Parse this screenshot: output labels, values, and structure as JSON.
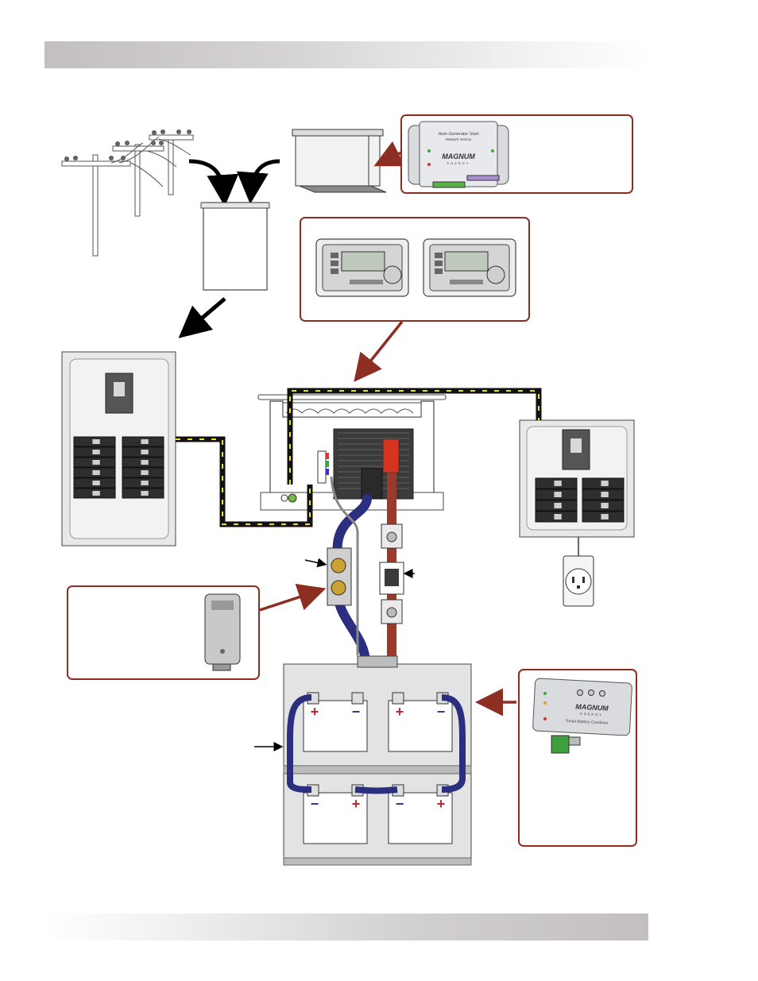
{
  "agsModule": {
    "title": "Auto Generator Start",
    "subtitle": "Network Version",
    "brand": "MAGNUM",
    "brandSub": "ENERGY"
  },
  "sbcModule": {
    "brand": "MAGNUM",
    "brandSub": "ENERGY",
    "title": "Smart Battery Combiner"
  },
  "battery": {
    "plus": "+",
    "minus": "−"
  },
  "colors": {
    "accentRed": "#8c2e22",
    "cableBlue": "#2b2f80",
    "cableRed": "#9b3a2a",
    "acYellow": "#f1e21a"
  }
}
